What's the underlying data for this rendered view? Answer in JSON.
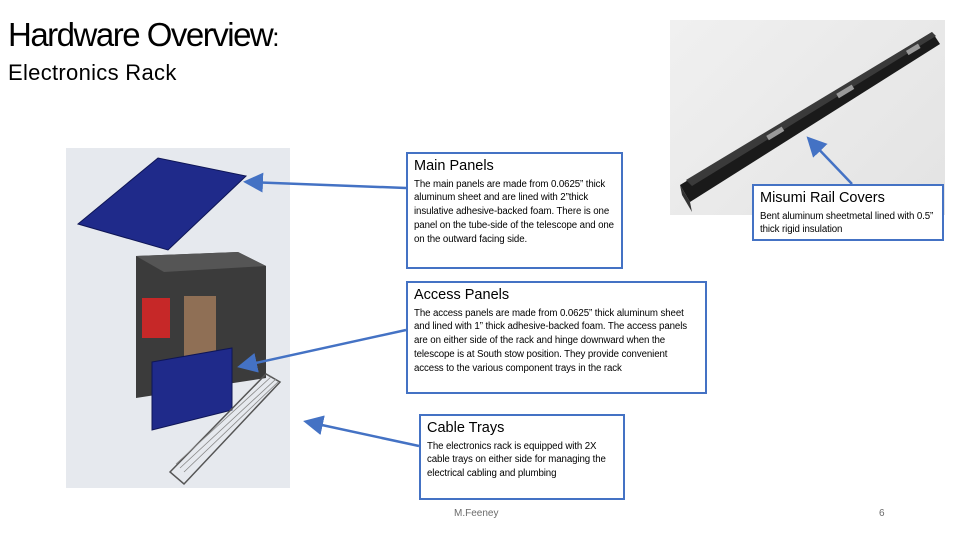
{
  "slide": {
    "title": "Hardware Overview",
    "title_colon": ":",
    "subtitle": "Electronics Rack"
  },
  "callouts": {
    "main_panels": {
      "heading": "Main Panels",
      "body": "The main panels are made from 0.0625” thick aluminum sheet and are lined with 2”thick insulative adhesive-backed foam. There is one panel on the tube-side of the telescope and one on the outward facing side."
    },
    "misumi": {
      "heading": "Misumi Rail Covers",
      "body": "Bent aluminum sheetmetal lined with 0.5” thick rigid insulation"
    },
    "access_panels": {
      "heading": "Access Panels",
      "body": "The access panels are made from 0.0625” thick aluminum sheet and lined with 1” thick adhesive-backed foam. The access panels are on either side of the rack and hinge downward when the telescope is at South stow position. They provide convenient access to the various component trays in the rack"
    },
    "cable_trays": {
      "heading": "Cable Trays",
      "body": "The electronics rack is equipped with 2X cable trays on either side for managing the electrical cabling and plumbing"
    }
  },
  "footer": {
    "author": "M.Feeney",
    "slide_number": "6"
  },
  "colors": {
    "callout_border": "#4472C4",
    "panel_blue": "#1f2a8a",
    "rail_black": "#1a1a1a"
  }
}
